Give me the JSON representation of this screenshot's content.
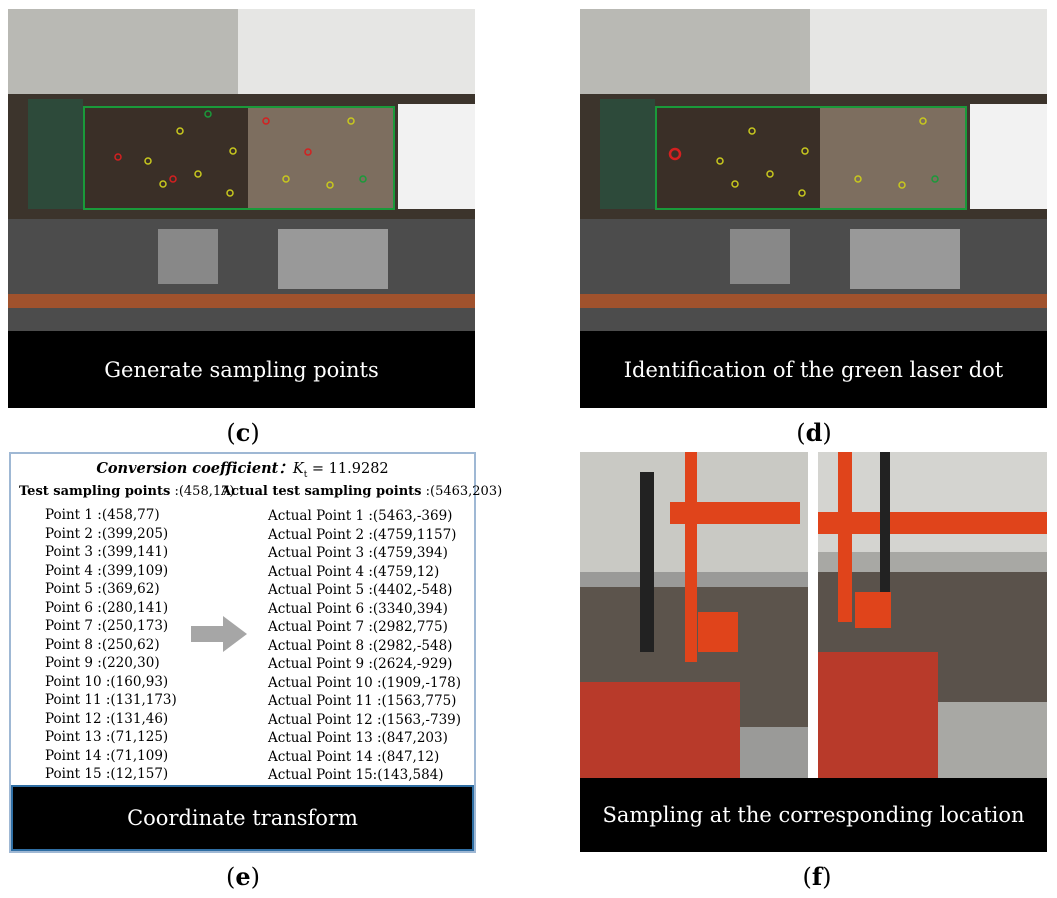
{
  "panels": {
    "c": {
      "caption": "Generate sampling points",
      "letter": "c"
    },
    "d": {
      "caption": "Identification of the green laser dot",
      "letter": "d"
    },
    "e": {
      "letter": "e",
      "conversion_label": "Conversion coefficient：",
      "conversion_symbol": "K",
      "conversion_subscript": "t",
      "conversion_value": " = 11.9282",
      "test_header_bold": "Test sampling points",
      "test_header_value": " :(458,17)",
      "actual_header_bold": "Actual test sampling points",
      "actual_header_value": " :(5463,203)",
      "test_points": [
        "Point 1 :(458,77)",
        "Point 2 :(399,205)",
        "Point 3 :(399,141)",
        "Point 4 :(399,109)",
        "Point 5 :(369,62)",
        "Point 6 :(280,141)",
        "Point 7 :(250,173)",
        "Point 8 :(250,62)",
        "Point 9 :(220,30)",
        "Point 10 :(160,93)",
        "Point 11 :(131,173)",
        "Point 12 :(131,46)",
        "Point 13 :(71,125)",
        "Point 14 :(71,109)",
        "Point 15 :(12,157)"
      ],
      "actual_points": [
        "Actual Point 1 :(5463,-369)",
        "Actual Point 2 :(4759,1157)",
        "Actual Point 3 :(4759,394)",
        "Actual Point 4 :(4759,12)",
        "Actual Point 5 :(4402,-548)",
        "Actual Point 6 :(3340,394)",
        "Actual Point 7 :(2982,775)",
        "Actual Point 8 :(2982,-548)",
        "Actual Point 9 :(2624,-929)",
        "Actual Point 10 :(1909,-178)",
        "Actual Point 11 :(1563,775)",
        "Actual Point 12 :(1563,-739)",
        "Actual Point 13 :(847,203)",
        "Actual Point 14 :(847,12)",
        "Actual Point 15:(143,584)"
      ],
      "caption": "Coordinate transform"
    },
    "f": {
      "caption": "Sampling at the corresponding location",
      "letter": "f"
    }
  },
  "colors": {
    "caption_bg": "#000000",
    "table_border": "#9fb8d4",
    "transform_border": "#2f6ea3",
    "arrow": "#a6a6a6",
    "frame_green": "#1a9a3a",
    "marker_yellow": "#c8c81e",
    "marker_red": "#d42020",
    "crane_orange": "#e0441b"
  }
}
